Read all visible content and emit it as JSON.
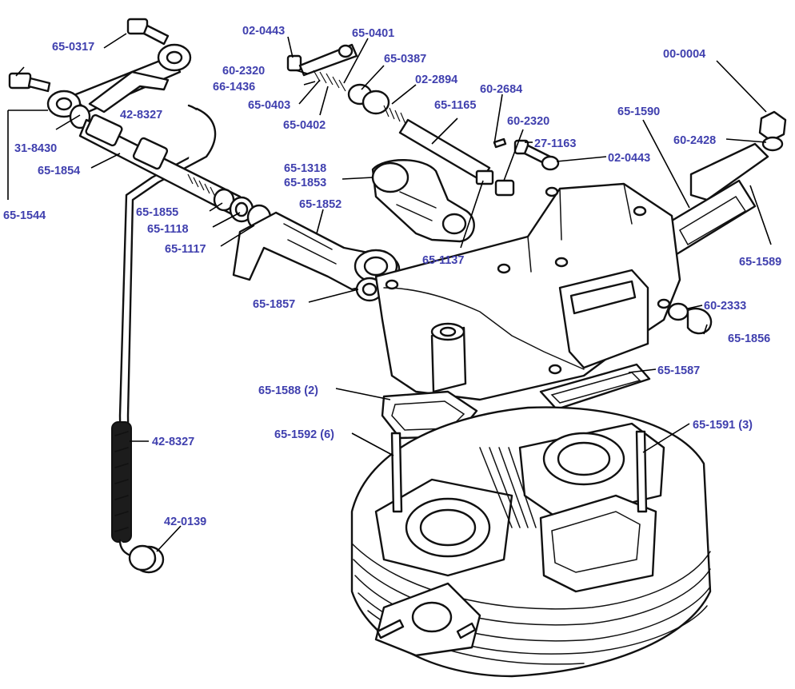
{
  "diagram": {
    "labels": [
      {
        "id": "l01",
        "text": "65-0317"
      },
      {
        "id": "l02",
        "text": "02-0443"
      },
      {
        "id": "l03",
        "text": "65-0401"
      },
      {
        "id": "l04",
        "text": "60-2320"
      },
      {
        "id": "l05",
        "text": "65-0387"
      },
      {
        "id": "l06",
        "text": "66-1436"
      },
      {
        "id": "l07",
        "text": "02-2894"
      },
      {
        "id": "l08",
        "text": "65-0403"
      },
      {
        "id": "l09",
        "text": "60-2684"
      },
      {
        "id": "l10",
        "text": "42-8327"
      },
      {
        "id": "l11",
        "text": "65-0402"
      },
      {
        "id": "l12",
        "text": "65-1165"
      },
      {
        "id": "l13",
        "text": "60-2320"
      },
      {
        "id": "l14",
        "text": "65-1590"
      },
      {
        "id": "l15",
        "text": "00-0004"
      },
      {
        "id": "l16",
        "text": "31-8430"
      },
      {
        "id": "l17",
        "text": "27-1163"
      },
      {
        "id": "l18",
        "text": "60-2428"
      },
      {
        "id": "l19",
        "text": "65-1854"
      },
      {
        "id": "l20",
        "text": "02-0443"
      },
      {
        "id": "l21",
        "text": "65-1318"
      },
      {
        "id": "l22",
        "text": "65-1853"
      },
      {
        "id": "l23",
        "text": "65-1544"
      },
      {
        "id": "l24",
        "text": "65-1855"
      },
      {
        "id": "l25",
        "text": "65-1852"
      },
      {
        "id": "l26",
        "text": "65-1118"
      },
      {
        "id": "l27",
        "text": "65-1117"
      },
      {
        "id": "l28",
        "text": "65-1137"
      },
      {
        "id": "l29",
        "text": "65-1589"
      },
      {
        "id": "l30",
        "text": "65-1857"
      },
      {
        "id": "l31",
        "text": "60-2333"
      },
      {
        "id": "l32",
        "text": "65-1856"
      },
      {
        "id": "l33",
        "text": "65-1587"
      },
      {
        "id": "l34",
        "text": "65-1588 (2)"
      },
      {
        "id": "l35",
        "text": "65-1592 (6)"
      },
      {
        "id": "l36",
        "text": "65-1591 (3)"
      },
      {
        "id": "l37",
        "text": "42-8327"
      },
      {
        "id": "l38",
        "text": "42-0139"
      }
    ]
  }
}
